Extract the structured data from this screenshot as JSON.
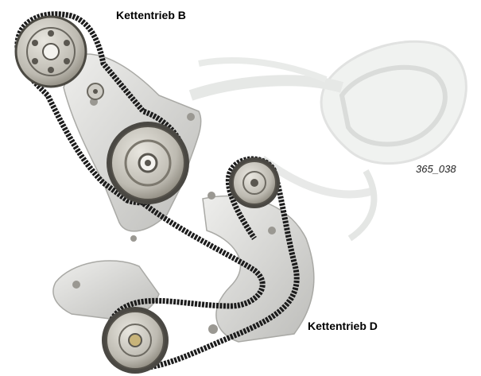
{
  "labels": {
    "chain_drive_b": "Kettentrieb B",
    "chain_drive_d": "Kettentrieb D",
    "figure_ref": "365_038"
  },
  "colors": {
    "chain": "#1c1c1c",
    "sprocket_fill": "#c9c7c0",
    "sprocket_dark": "#5a5750",
    "housing": "#d6d6d4",
    "ghost": "#e6e8e6"
  }
}
